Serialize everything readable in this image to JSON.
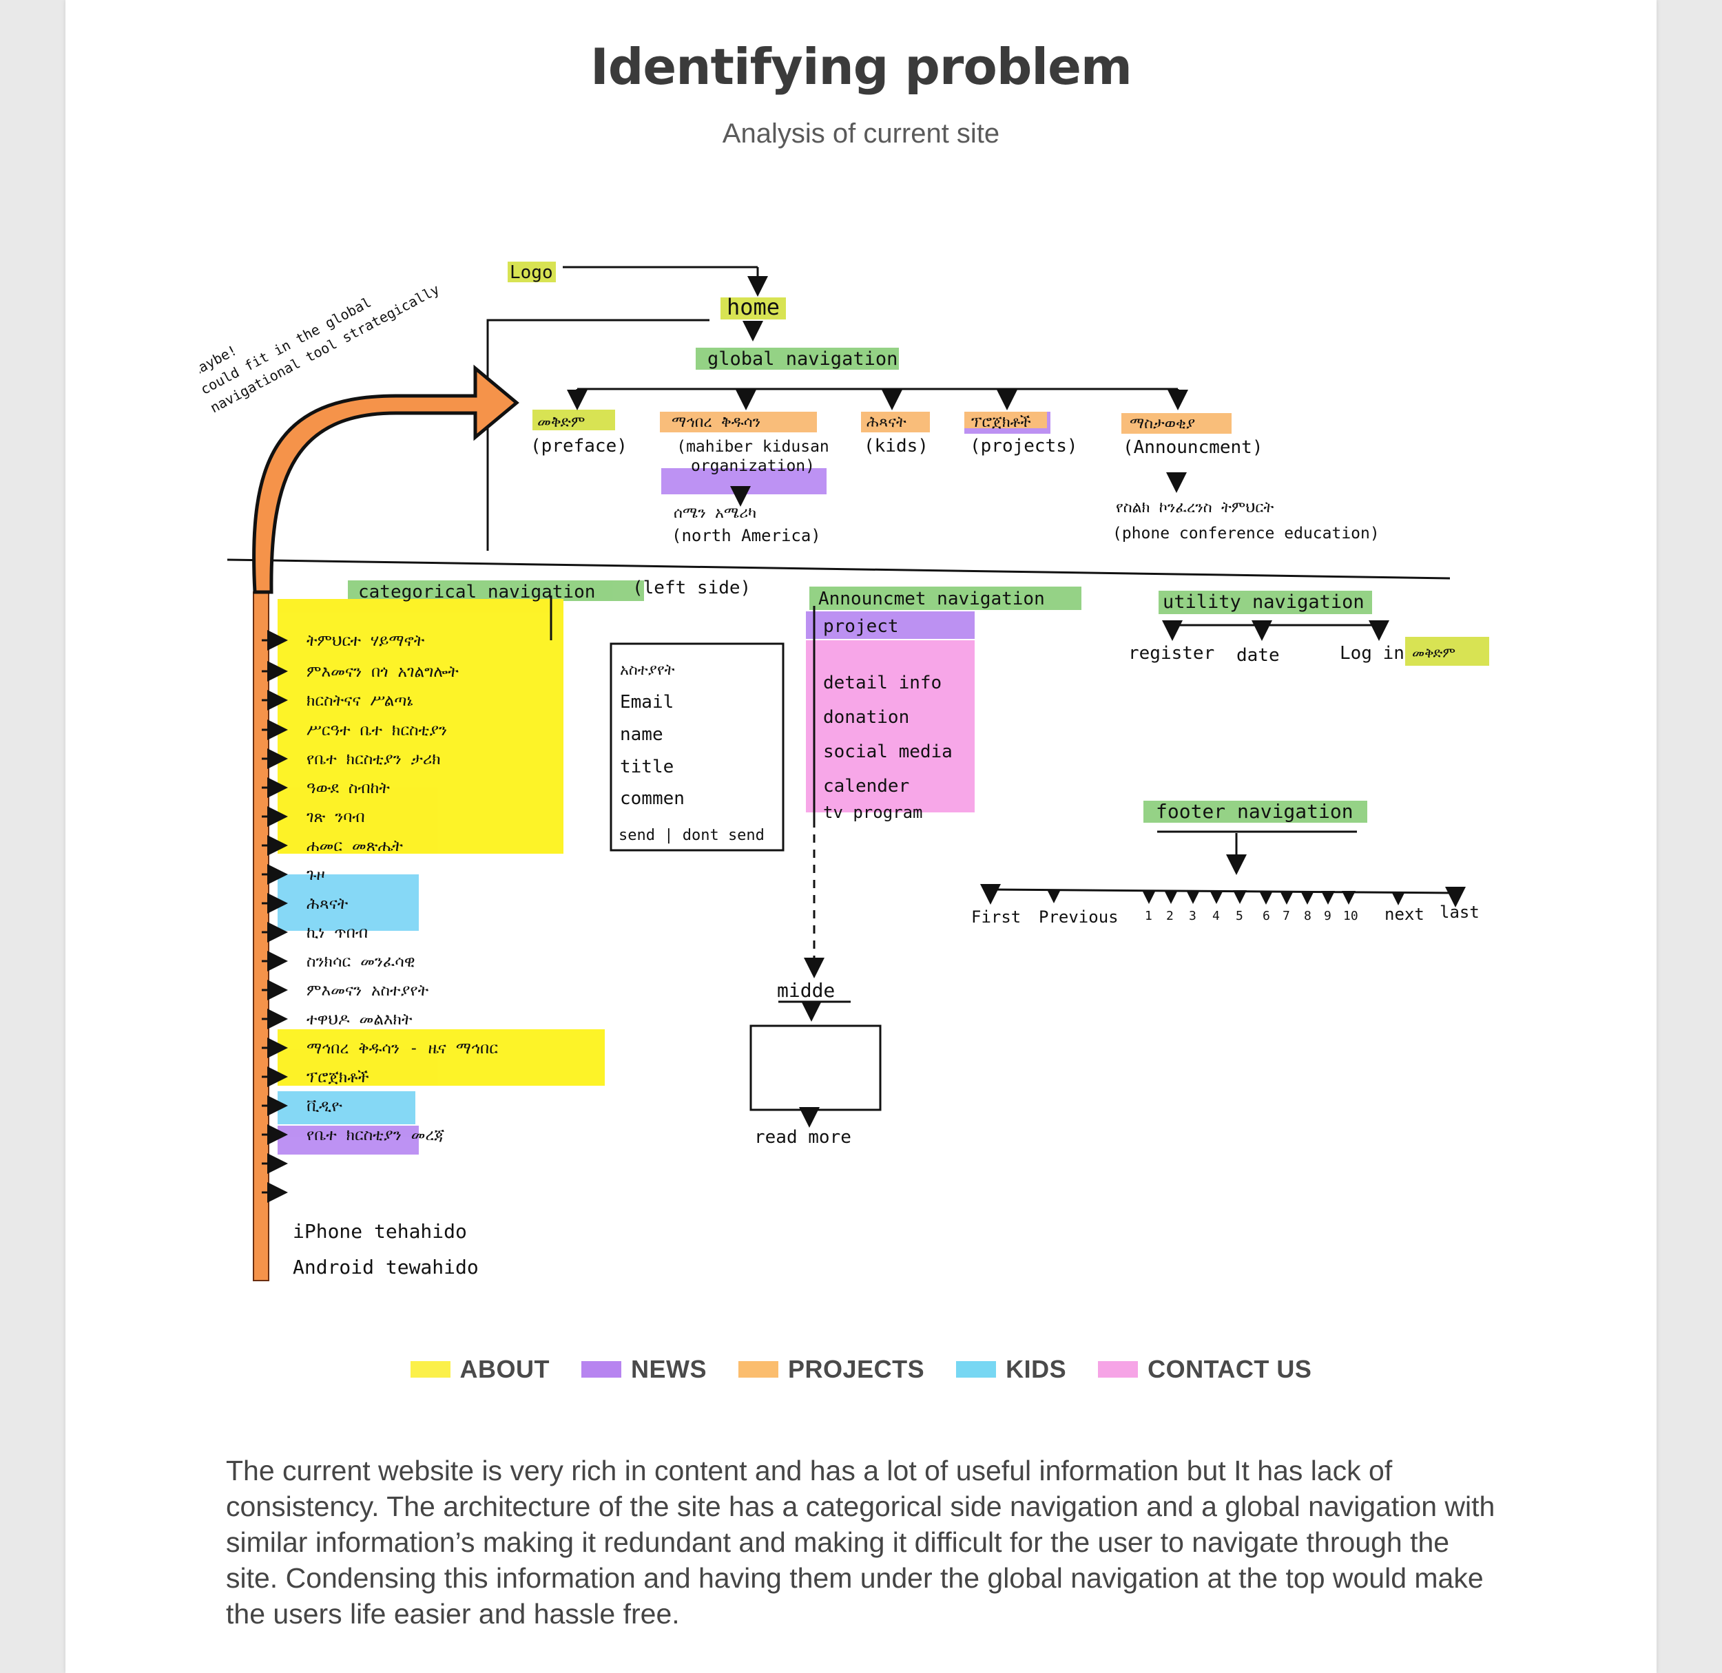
{
  "page": {
    "title": "Identifying problem",
    "subtitle": "Analysis of current site"
  },
  "sketch": {
    "logo": "Logo",
    "home": "home",
    "global_nav": "global navigation",
    "side_note": [
      "maybe!",
      "could fit in the global",
      "navigational tool strategically"
    ],
    "global_items": [
      {
        "amharic": "መቅድም",
        "english": "(preface)"
      },
      {
        "amharic": "ማኅበረ ቅዱሳን",
        "english": "(mahiber kidusan organization)"
      },
      {
        "amharic": "ሕጻናት",
        "english": "(kids)"
      },
      {
        "amharic": "ፕሮጀክቶች",
        "english": "(projects)"
      },
      {
        "amharic": "ማስታወቂያ",
        "english": "(Announcment)"
      }
    ],
    "sub_mahiber": {
      "amharic": "ሰሜን አሜሪካ",
      "english": "(north America)"
    },
    "sub_announce": {
      "amharic": "የስልክ ኮንፈረንስ ትምህርት",
      "english": "(phone conference education)"
    },
    "categorical_nav": "categorical navigation",
    "categorical_side": "(left side)",
    "categorical_items": [
      "ትምህርተ ሃይማኖት",
      "ምእመናን በጎ አገልግሎት",
      "ክርስትናና ሥልጣኔ",
      "ሥርዓተ ቤተ ክርስቲያን",
      "የቤተ ክርስቲያን ታሪክ",
      "ዓውደ ስብከት",
      "ገጽ ንባብ",
      "ሐመር መጽሔት",
      "ጉዞ",
      "ሕጻናት",
      "ኪነ ጥበብ",
      "ስንክሳር መንፈሳዊ",
      "ምእመናን አስተያየት",
      "ተዋህዶ መልእክት",
      "ማኅበረ ቅዱሳን - ዜና ማኅበር",
      "ፕሮጀክቶች",
      "ቪዲዮ",
      "የቤተ ክርስቲያን መረጃ",
      "iPhone tehahido",
      "Android tewahido"
    ],
    "form_fields": [
      "አስተያየት",
      "Email",
      "name",
      "title",
      "commen",
      "send | dont send"
    ],
    "announce_nav": "Announcmet navigation",
    "announce_items": [
      "project",
      "detail info",
      "donation",
      "social media",
      "calender",
      "tv program"
    ],
    "middle": "midde",
    "read_more": "read more",
    "utility_nav": "utility navigation",
    "utility_items": [
      "register",
      "date",
      "Log in",
      "መቅድም"
    ],
    "footer_nav": "footer navigation",
    "footer_items": [
      "First",
      "Previous",
      "1",
      "2",
      "3",
      "4",
      "5",
      "6",
      "7",
      "8",
      "9",
      "10",
      "next",
      "last"
    ]
  },
  "legend": [
    {
      "label": "ABOUT",
      "color": "#fbf04a"
    },
    {
      "label": "NEWS",
      "color": "#b784f0"
    },
    {
      "label": "PROJECTS",
      "color": "#fbbd6e"
    },
    {
      "label": "KIDS",
      "color": "#77d7f3"
    },
    {
      "label": "CONTACT US",
      "color": "#f6a4e6"
    }
  ],
  "description": "The current website is very rich in content and has a lot of useful information but It has lack of consistency. The architecture of the site has a categorical side navigation and a global navigation with similar information’s making it redundant and making it difficult for the user to navigate through the site. Condensing this information and having them under the global navigation at the top would make the users life easier and hassle free.",
  "colors": {
    "yellow": "#fdf21c",
    "green": "#8fd07f",
    "orange": "#f9ba73",
    "purple": "#b98cf2",
    "blue": "#7fd6f5",
    "pink": "#f7a2e7",
    "arrow_orange": "#f5934a"
  }
}
